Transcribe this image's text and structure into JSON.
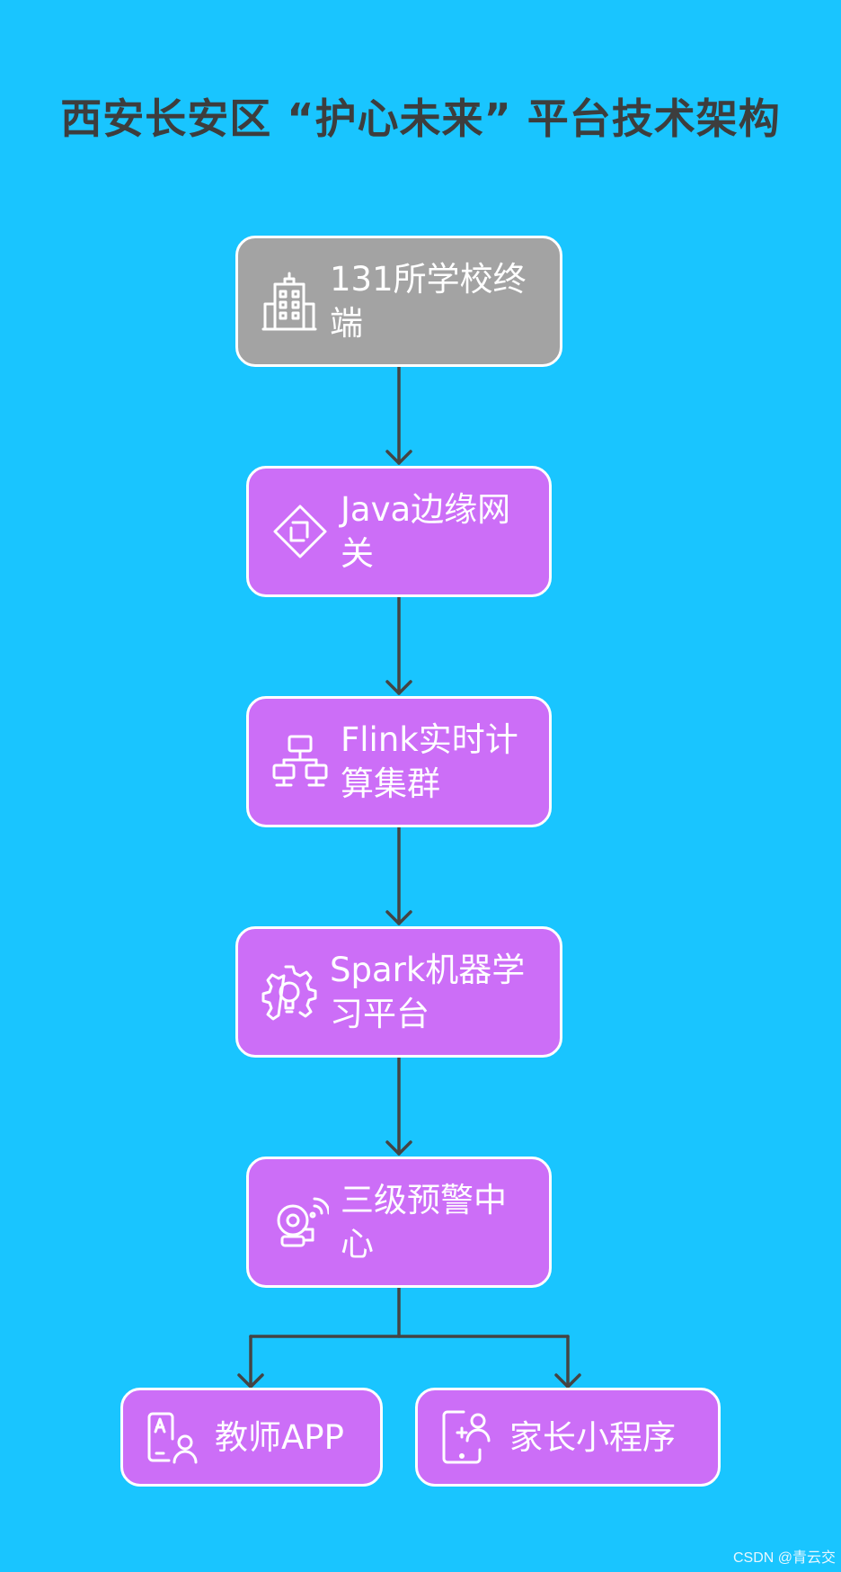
{
  "title": "西安长安区 “护心未来” 平台技术架构",
  "nodes": {
    "school_terminals": {
      "line1": "131所学校终",
      "line2": "端",
      "icon": "school-building-icon"
    },
    "edge_gateway": {
      "line1": "Java边缘网",
      "line2": "关",
      "icon": "gateway-diamond-icon"
    },
    "flink_cluster": {
      "line1": "Flink实时计",
      "line2": "算集群",
      "icon": "network-cluster-icon"
    },
    "spark_platform": {
      "line1": "Spark机器学",
      "line2": "习平台",
      "icon": "gear-bulb-icon"
    },
    "alert_center": {
      "line1": "三级预警中",
      "line2": "心",
      "icon": "alarm-bell-icon"
    },
    "teacher_app": {
      "label": "教师APP",
      "icon": "teacher-device-icon"
    },
    "parent_miniprogram": {
      "label": "家长小程序",
      "icon": "parent-tablet-icon"
    }
  },
  "colors": {
    "background": "#19c5ff",
    "node_purple": "#cc6ef7",
    "node_gray": "#a3a3a3",
    "border": "#ffffff",
    "connector": "#444444",
    "title": "#3d3d3d"
  },
  "watermark": "CSDN @青云交"
}
